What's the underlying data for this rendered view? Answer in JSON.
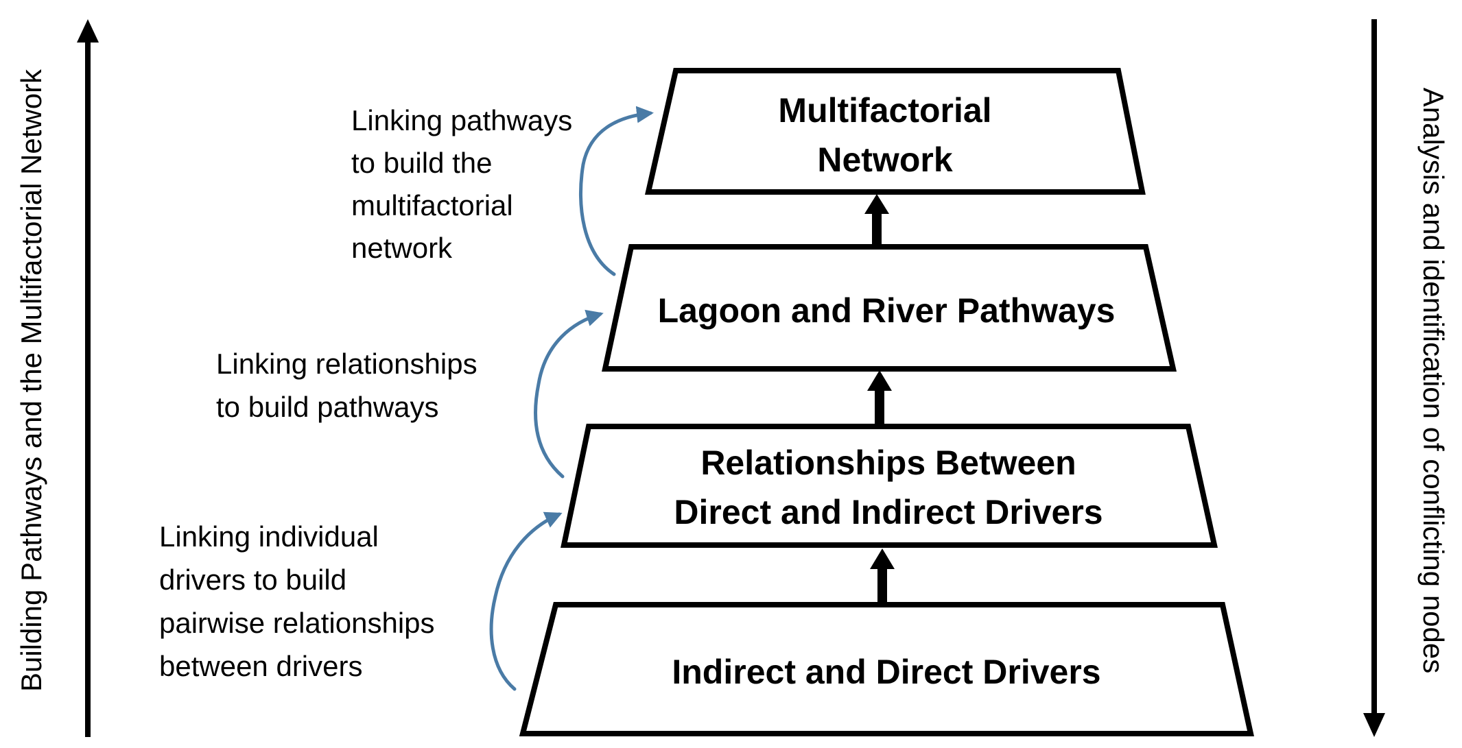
{
  "tiers": {
    "top": {
      "line1": "Multifactorial",
      "line2": "Network"
    },
    "second": {
      "line1": "Lagoon and River Pathways"
    },
    "third": {
      "line1": "Relationships Between",
      "line2": "Direct and Indirect Drivers"
    },
    "bottom": {
      "line1": "Indirect and Direct Drivers"
    }
  },
  "notes": {
    "top": [
      "Linking pathways",
      "to build the",
      "multifactorial",
      "network"
    ],
    "middle": [
      "Linking relationships",
      "to build pathways"
    ],
    "bottom": [
      "Linking individual",
      "drivers to build",
      "pairwise relationships",
      "between drivers"
    ]
  },
  "side_labels": {
    "left": "Building Pathways and the Multifactorial Network",
    "right": "Analysis and identification of conflicting nodes"
  },
  "colors": {
    "curve_arrow": "#4a7ba6",
    "outline": "#000000"
  }
}
